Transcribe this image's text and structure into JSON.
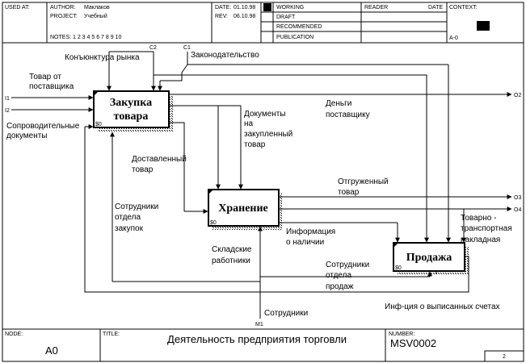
{
  "header": {
    "used_at": "USED AT:",
    "author_label": "AUTHOR:",
    "author": "Маклаков",
    "project_label": "PROJECT:",
    "project": "Учебный",
    "date_label": "DATE:",
    "date": "01.10.98",
    "rev_label": "REV:",
    "rev": "06.10.98",
    "notes": "NOTES: 1 2 3 4 5 6 7 8 9 10",
    "status": [
      "WORKING",
      "DRAFT",
      "RECOMMENDED",
      "PUBLICATION"
    ],
    "reader": "READER",
    "date2": "DATE",
    "context": "CONTEXT:",
    "context_node": "A-0"
  },
  "boxes": {
    "purchase": {
      "title_line1": "Закупка",
      "title_line2": "товара",
      "num": "$0"
    },
    "storage": {
      "title": "Хранение",
      "num": "$0"
    },
    "sale": {
      "title": "Продажа",
      "num": "$0"
    }
  },
  "tunnels": {
    "c1": "C1",
    "c2": "C2",
    "i1": "I1",
    "i2": "I2",
    "m1": "M1",
    "o2": "O2",
    "o3": "O3",
    "o4": "O4"
  },
  "labels": {
    "market": "Конъюнктура рынка",
    "law": "Законодательство",
    "goods_from_supplier_1": "Товар от",
    "goods_from_supplier_2": "поставщика",
    "accomp_docs_1": "Сопроводительные",
    "accomp_docs_2": "документы",
    "money_1": "Деньги",
    "money_2": "поставщику",
    "docs_1": "Документы",
    "docs_2": "на",
    "docs_3": "закупленный",
    "docs_4": "товар",
    "delivered_1": "Доставленный",
    "delivered_2": "товар",
    "shipped_1": "Отгруженный",
    "shipped_2": "товар",
    "purch_staff_1": "Сотрудники",
    "purch_staff_2": "отдела",
    "purch_staff_3": "закупок",
    "waybill_1": "Товарно -",
    "waybill_2": "транспортная",
    "waybill_3": "накладная",
    "stock_info_1": "Информация",
    "stock_info_2": "о наличии",
    "warehouse_staff_1": "Складские",
    "warehouse_staff_2": "работники",
    "sales_staff_1": "Сотрудники",
    "sales_staff_2": "отдела",
    "sales_staff_3": "продаж",
    "staff": "Сотрудники",
    "invoices": "Инф-ция о выписанных счетах"
  },
  "footer": {
    "node_label": "NODE:",
    "node": "A0",
    "title_label": "TITLE:",
    "title": "Деятельность предприятия  торговли",
    "number_label": "NUMBER:",
    "number": "MSV0002",
    "page": "2"
  }
}
